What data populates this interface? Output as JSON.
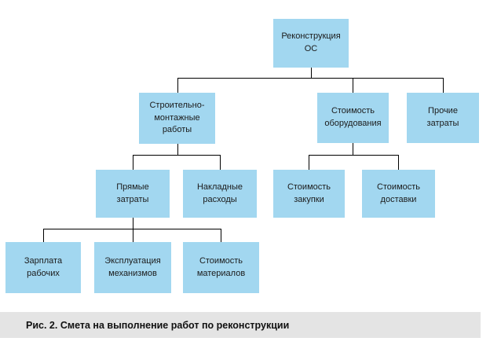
{
  "diagram": {
    "type": "tree",
    "nodes": {
      "root": {
        "label": "Реконструкция\nОС"
      },
      "smr": {
        "label": "Строительно-\nмонтажные\nработы"
      },
      "equipment": {
        "label": "Стоимость\nоборудования"
      },
      "other": {
        "label": "Прочие\nзатраты"
      },
      "direct": {
        "label": "Прямые\nзатраты"
      },
      "overhead": {
        "label": "Накладные\nрасходы"
      },
      "purchase": {
        "label": "Стоимость\nзакупки"
      },
      "delivery": {
        "label": "Стоимость\nдоставки"
      },
      "salary": {
        "label": "Зарплата\nрабочих"
      },
      "machinery": {
        "label": "Эксплуатация\nмеханизмов"
      },
      "materials": {
        "label": "Стоимость\nматериалов"
      }
    },
    "edges": [
      [
        "root",
        "smr"
      ],
      [
        "root",
        "equipment"
      ],
      [
        "root",
        "other"
      ],
      [
        "smr",
        "direct"
      ],
      [
        "smr",
        "overhead"
      ],
      [
        "equipment",
        "purchase"
      ],
      [
        "equipment",
        "delivery"
      ],
      [
        "direct",
        "salary"
      ],
      [
        "direct",
        "machinery"
      ],
      [
        "direct",
        "materials"
      ]
    ],
    "colors": {
      "node_fill": "#a2d7f0",
      "connector": "#000000",
      "text": "#1b1b1b",
      "caption_background": "#e4e4e4"
    }
  },
  "caption": {
    "text": "Рис. 2. Смета на выполнение работ по реконструкции"
  }
}
